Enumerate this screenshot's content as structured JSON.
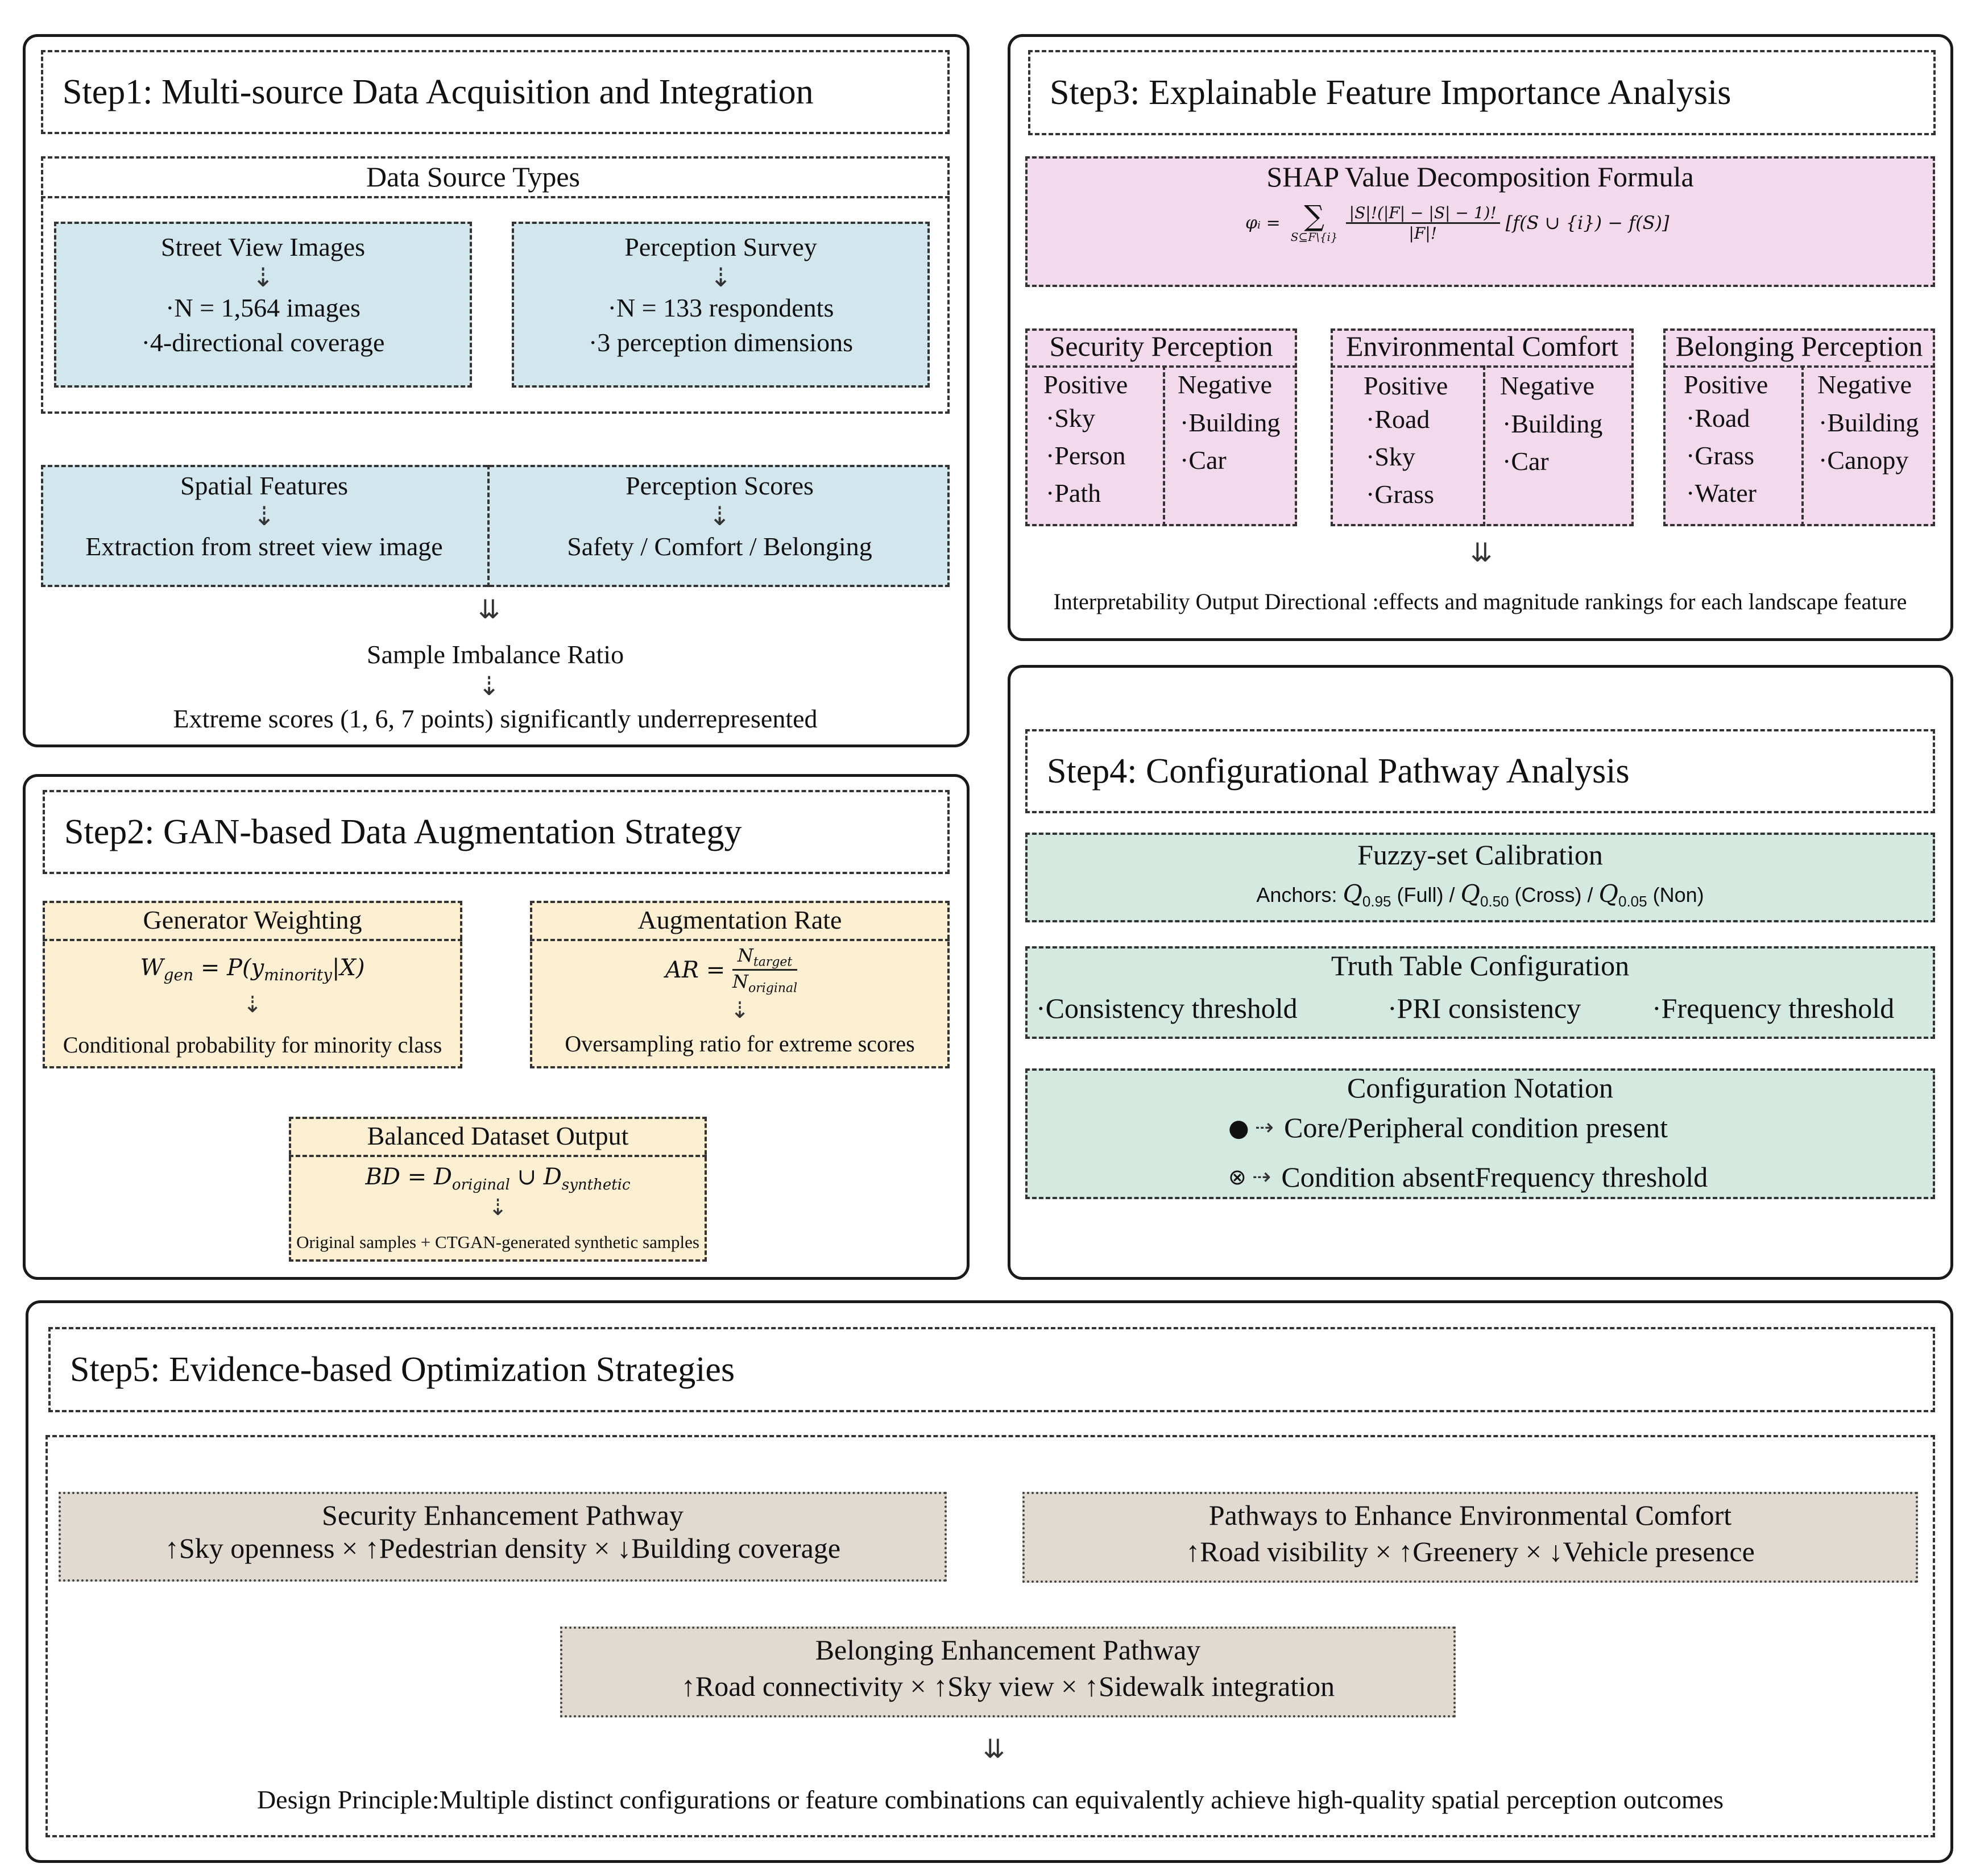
{
  "step1": {
    "title": "Step1: Multi-source Data Acquisition and Integration",
    "data_source_types": "Data Source Types",
    "street_view": {
      "title": "Street View Images",
      "line1": "·N = 1,564 images",
      "line2": "·4-directional coverage"
    },
    "survey": {
      "title": "Perception Survey",
      "line1": "·N = 133 respondents",
      "line2": "·3 perception dimensions"
    },
    "spatial": {
      "title": "Spatial Features",
      "sub": "Extraction from street view image"
    },
    "scores": {
      "title": "Perception Scores",
      "sub": "Safety / Comfort / Belonging"
    },
    "imbalance": "Sample Imbalance Ratio",
    "extreme": "Extreme scores (1, 6, 7 points) significantly underrepresented"
  },
  "step2": {
    "title": "Step2: GAN-based Data Augmentation Strategy",
    "generator": {
      "title": "Generator Weighting",
      "formula_lhs": "W",
      "formula_lhs_sub": "gen",
      "formula_mid": " = P(y",
      "formula_sub": "minority",
      "formula_end": "|X)",
      "desc": "Conditional probability for minority class"
    },
    "augmentation": {
      "title": "Augmentation Rate",
      "formula_lhs": "AR = ",
      "num": "N",
      "num_sub": "target",
      "den": "N",
      "den_sub": "original",
      "desc": "Oversampling ratio for extreme scores"
    },
    "balanced": {
      "title": "Balanced Dataset Output",
      "formula_a": "BD = D",
      "sub_a": "original",
      "formula_b": " ∪ D",
      "sub_b": "synthetic",
      "desc": "Original samples + CTGAN-generated synthetic samples"
    }
  },
  "step3": {
    "title": "Step3: Explainable Feature Importance Analysis",
    "shap_title": "SHAP Value Decomposition Formula",
    "shap_lhs": "φᵢ =",
    "shap_sum": "∑",
    "shap_sum_sub": "S⊆F\\{i}",
    "shap_num": "|S|!(|F| − |S| − 1)!",
    "shap_den": "|F|!",
    "shap_rhs": "[f(S ∪ {i}) − f(S)]",
    "groups": [
      {
        "title": "Security Perception",
        "pos_label": "Positive",
        "positive": [
          "·Sky",
          "·Person",
          "·Path"
        ],
        "neg_label": "Negative",
        "negative": [
          "·Building",
          "·Car"
        ]
      },
      {
        "title": "Environmental Comfort",
        "pos_label": "Positive",
        "positive": [
          "·Road",
          "·Sky",
          "·Grass"
        ],
        "neg_label": "Negative",
        "negative": [
          "·Building",
          "·Car"
        ]
      },
      {
        "title": "Belonging Perception",
        "pos_label": "Positive",
        "positive": [
          "·Road",
          "·Grass",
          "·Water"
        ],
        "neg_label": "Negative",
        "negative": [
          "·Building",
          "·Canopy"
        ]
      }
    ],
    "output": "Interpretability Output Directional :effects and magnitude rankings for each landscape feature"
  },
  "step4": {
    "title": "Step4: Configurational Pathway Analysis",
    "fuzzy_title": "Fuzzy-set Calibration",
    "anchors_label": "Anchors: ",
    "q": "Q",
    "q95": "0.95",
    "full": " (Full) / ",
    "q50": "0.50",
    "cross": " (Cross) / ",
    "q05": "0.05",
    "non": " (Non)",
    "truth_title": "Truth Table Configuration",
    "truth_items": [
      "·Consistency threshold",
      "·PRI consistency",
      "·Frequency threshold"
    ],
    "notation_title": "Configuration Notation",
    "notation_1_symbol": "●",
    "notation_1": "Core/Peripheral condition present",
    "notation_2_symbol": "⊗",
    "notation_2": "Condition absentFrequency threshold"
  },
  "step5": {
    "title": "Step5: Evidence-based Optimization Strategies",
    "security": {
      "title": "Security Enhancement Pathway",
      "line": "↑Sky openness × ↑Pedestrian density × ↓Building coverage"
    },
    "comfort": {
      "title": "Pathways to Enhance Environmental Comfort",
      "line": "↑Road visibility × ↑Greenery × ↓Vehicle presence"
    },
    "belonging": {
      "title": "Belonging Enhancement Pathway",
      "line": "↑Road connectivity × ↑Sky view × ↑Sidewalk integration"
    },
    "principle": "Design Principle:Multiple distinct configurations or feature combinations can equivalently achieve high-quality spatial perception outcomes"
  },
  "icons": {
    "down_arrow": "⇣",
    "down_chevron": "⇊",
    "right_arrow": "⇢"
  }
}
